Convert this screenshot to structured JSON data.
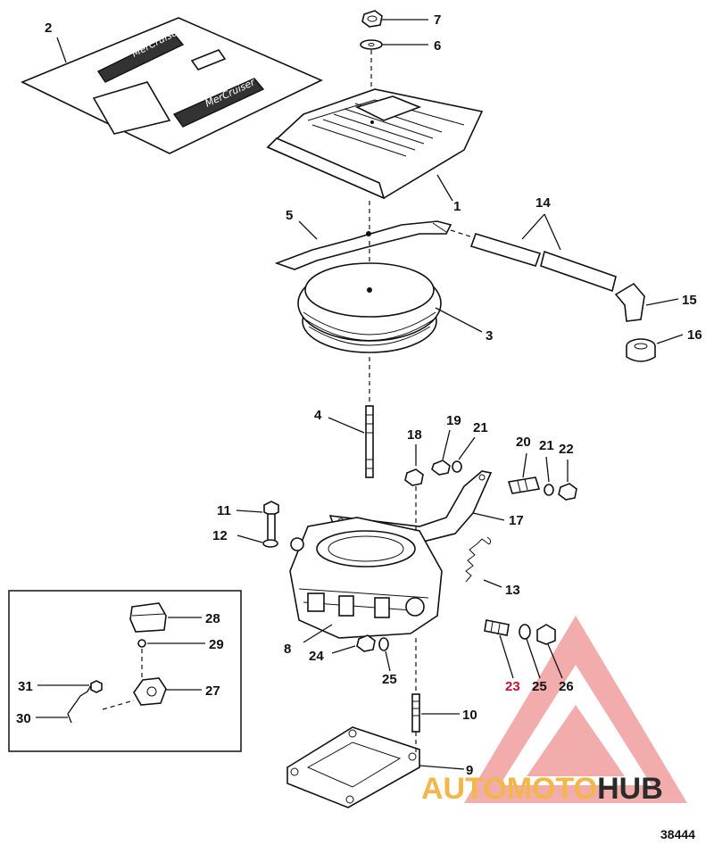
{
  "diagram": {
    "figure_number": "38444",
    "brand_decal_text": "MerCruiser",
    "watermark": {
      "part1": "AUTO",
      "part2": "MOTO",
      "part3": "HUB"
    },
    "callouts": [
      {
        "id": "c1",
        "label": "1"
      },
      {
        "id": "c2",
        "label": "2"
      },
      {
        "id": "c3",
        "label": "3"
      },
      {
        "id": "c4",
        "label": "4"
      },
      {
        "id": "c5",
        "label": "5"
      },
      {
        "id": "c6",
        "label": "6"
      },
      {
        "id": "c7",
        "label": "7"
      },
      {
        "id": "c8",
        "label": "8"
      },
      {
        "id": "c9",
        "label": "9"
      },
      {
        "id": "c10",
        "label": "10"
      },
      {
        "id": "c11",
        "label": "11"
      },
      {
        "id": "c12",
        "label": "12"
      },
      {
        "id": "c13",
        "label": "13"
      },
      {
        "id": "c14",
        "label": "14"
      },
      {
        "id": "c15",
        "label": "15"
      },
      {
        "id": "c16",
        "label": "16"
      },
      {
        "id": "c17",
        "label": "17"
      },
      {
        "id": "c18",
        "label": "18"
      },
      {
        "id": "c19",
        "label": "19"
      },
      {
        "id": "c20",
        "label": "20"
      },
      {
        "id": "c21a",
        "label": "21"
      },
      {
        "id": "c21b",
        "label": "21"
      },
      {
        "id": "c22",
        "label": "22"
      },
      {
        "id": "c23",
        "label": "23"
      },
      {
        "id": "c24",
        "label": "24"
      },
      {
        "id": "c25a",
        "label": "25"
      },
      {
        "id": "c25b",
        "label": "25"
      },
      {
        "id": "c26",
        "label": "26"
      },
      {
        "id": "c27",
        "label": "27"
      },
      {
        "id": "c28",
        "label": "28"
      },
      {
        "id": "c29",
        "label": "29"
      },
      {
        "id": "c30",
        "label": "30"
      },
      {
        "id": "c31",
        "label": "31"
      }
    ]
  }
}
